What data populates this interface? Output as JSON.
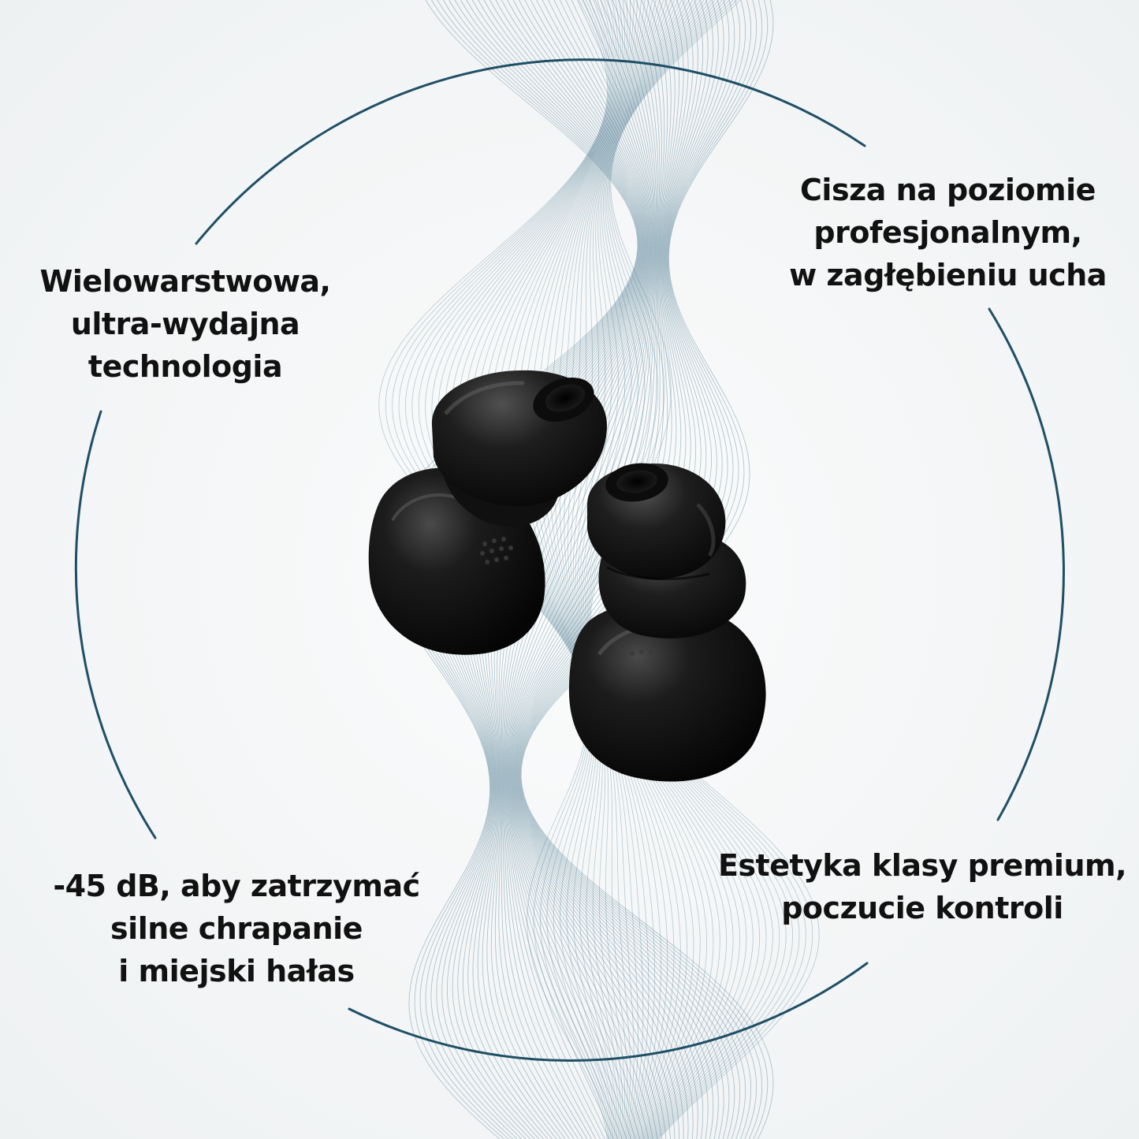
{
  "features": {
    "top_left": {
      "lines": [
        "Wielowarstwowa,",
        "ultra-wydajna",
        "technologia"
      ]
    },
    "top_right": {
      "lines": [
        "Cisza na poziomie",
        "profesjonalnym,",
        "w zagłębieniu ucha"
      ]
    },
    "bottom_left": {
      "lines": [
        "-45 dB, aby zatrzymać",
        "silne chrapanie",
        "i miejski hałas"
      ]
    },
    "bottom_right": {
      "lines": [
        "Estetyka klasy premium,",
        "poczucie kontroli"
      ]
    }
  },
  "colors": {
    "accent": "#1f4f66",
    "wave": "#3d6f88",
    "earbud": "#141414",
    "text": "#111111"
  },
  "icons": {
    "product": "earplugs-pair-icon",
    "background": "sound-wave-pattern"
  }
}
